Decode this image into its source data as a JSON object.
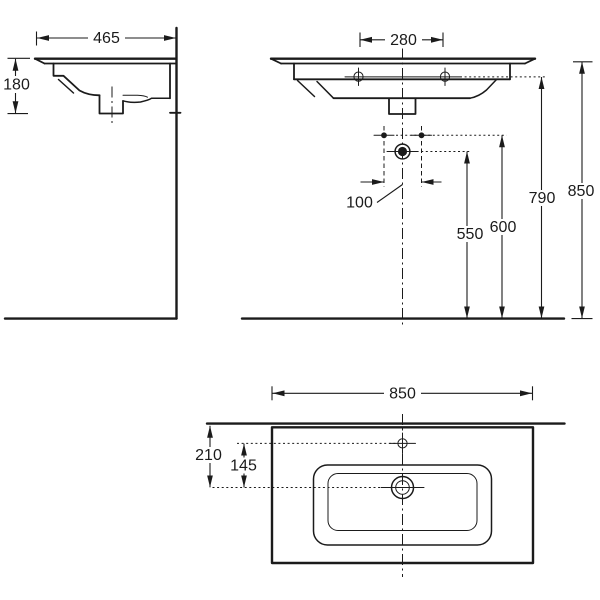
{
  "app": {
    "type": "technical-drawing",
    "subject": "wall-hung washbasin dimension drawing"
  },
  "colors": {
    "line": "#1b1b1b",
    "background": "#ffffff"
  },
  "views": {
    "side": {
      "name": "side-view",
      "depth": "465",
      "height": "180"
    },
    "front": {
      "name": "front-view",
      "faucet_hole_spacing": "280",
      "fixing_hole_spacing": "100",
      "drain_height": "550",
      "fixing_holes_height": "600",
      "rim_underside_height": "790",
      "overall_height": "850"
    },
    "plan": {
      "name": "plan-view",
      "width": "850",
      "back_to_drain": "210",
      "faucet_to_drain": "145"
    }
  }
}
